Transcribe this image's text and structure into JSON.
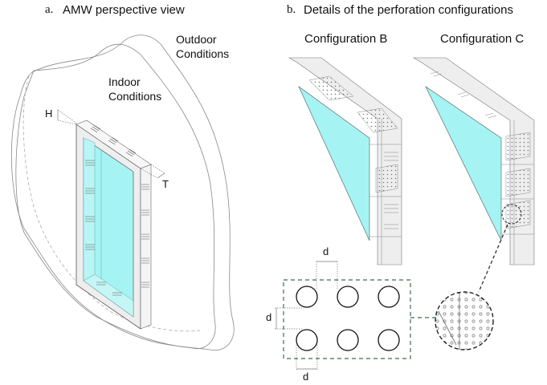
{
  "panel_a": {
    "prefix": "a.",
    "title": "AMW perspective view",
    "outdoor_line1": "Outdoor",
    "outdoor_line2": "Conditions",
    "indoor_line1": "Indoor",
    "indoor_line2": "Conditions",
    "dim_height": "H",
    "dim_thickness": "T"
  },
  "panel_b": {
    "prefix": "b.",
    "title": "Details of the perforation configurations",
    "config_b_label": "Configuration B",
    "config_c_label": "Configuration C",
    "dim_spacing_top": "d",
    "dim_spacing_left": "d",
    "dim_spacing_bottom": "d"
  },
  "colors": {
    "glass": "#a6f3f3",
    "frame": "#eeeeee",
    "outline": "#555555",
    "detail_box": "#3f6b4a"
  }
}
